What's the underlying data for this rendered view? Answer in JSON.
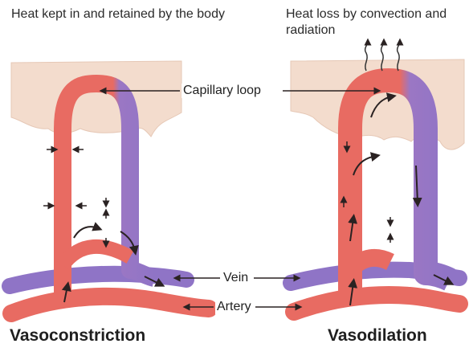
{
  "captions": {
    "left": "Heat kept in and retained by the body",
    "right": "Heat loss by convection and radiation"
  },
  "labels": {
    "capillary_loop": "Capillary loop",
    "vein": "Vein",
    "artery": "Artery"
  },
  "titles": {
    "left": "Vasoconstriction",
    "right": "Vasodilation"
  },
  "colors": {
    "skin": "#f3dccd",
    "arterial": "#e86b62",
    "venous": "#8f74c6",
    "arrow": "#2a2222"
  }
}
